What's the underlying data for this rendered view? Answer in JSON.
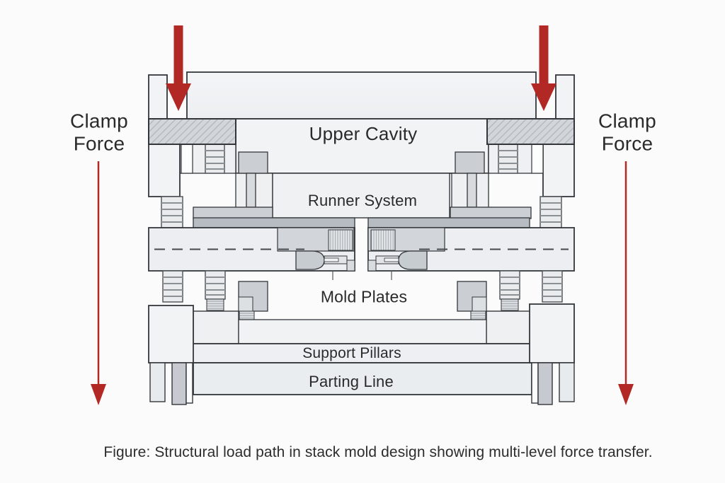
{
  "figure": {
    "type": "technical-cross-section-diagram",
    "caption": "Figure: Structural load path in stack mold design showing multi-level force transfer.",
    "labels": {
      "clamp_force": "Clamp Force",
      "upper_cavity": "Upper Cavity",
      "runner_system": "Runner System",
      "mold_plates": "Mold Plates",
      "support_pillars": "Support Pillars",
      "parting_line": "Parting Line"
    },
    "icons": {
      "top_left_arrow": "down-arrow",
      "top_right_arrow": "down-arrow",
      "side_left_arrow": "long-down-arrow",
      "side_right_arrow": "long-down-arrow"
    },
    "colors": {
      "accent_red": "#b12824",
      "outline": "#33373b",
      "text": "#2a2a2a",
      "background": "#fbfbfb",
      "plate_light": "#f0f2f4",
      "metal_mid": "#cbcfd4",
      "band_dark": "#b7bcc2"
    }
  }
}
